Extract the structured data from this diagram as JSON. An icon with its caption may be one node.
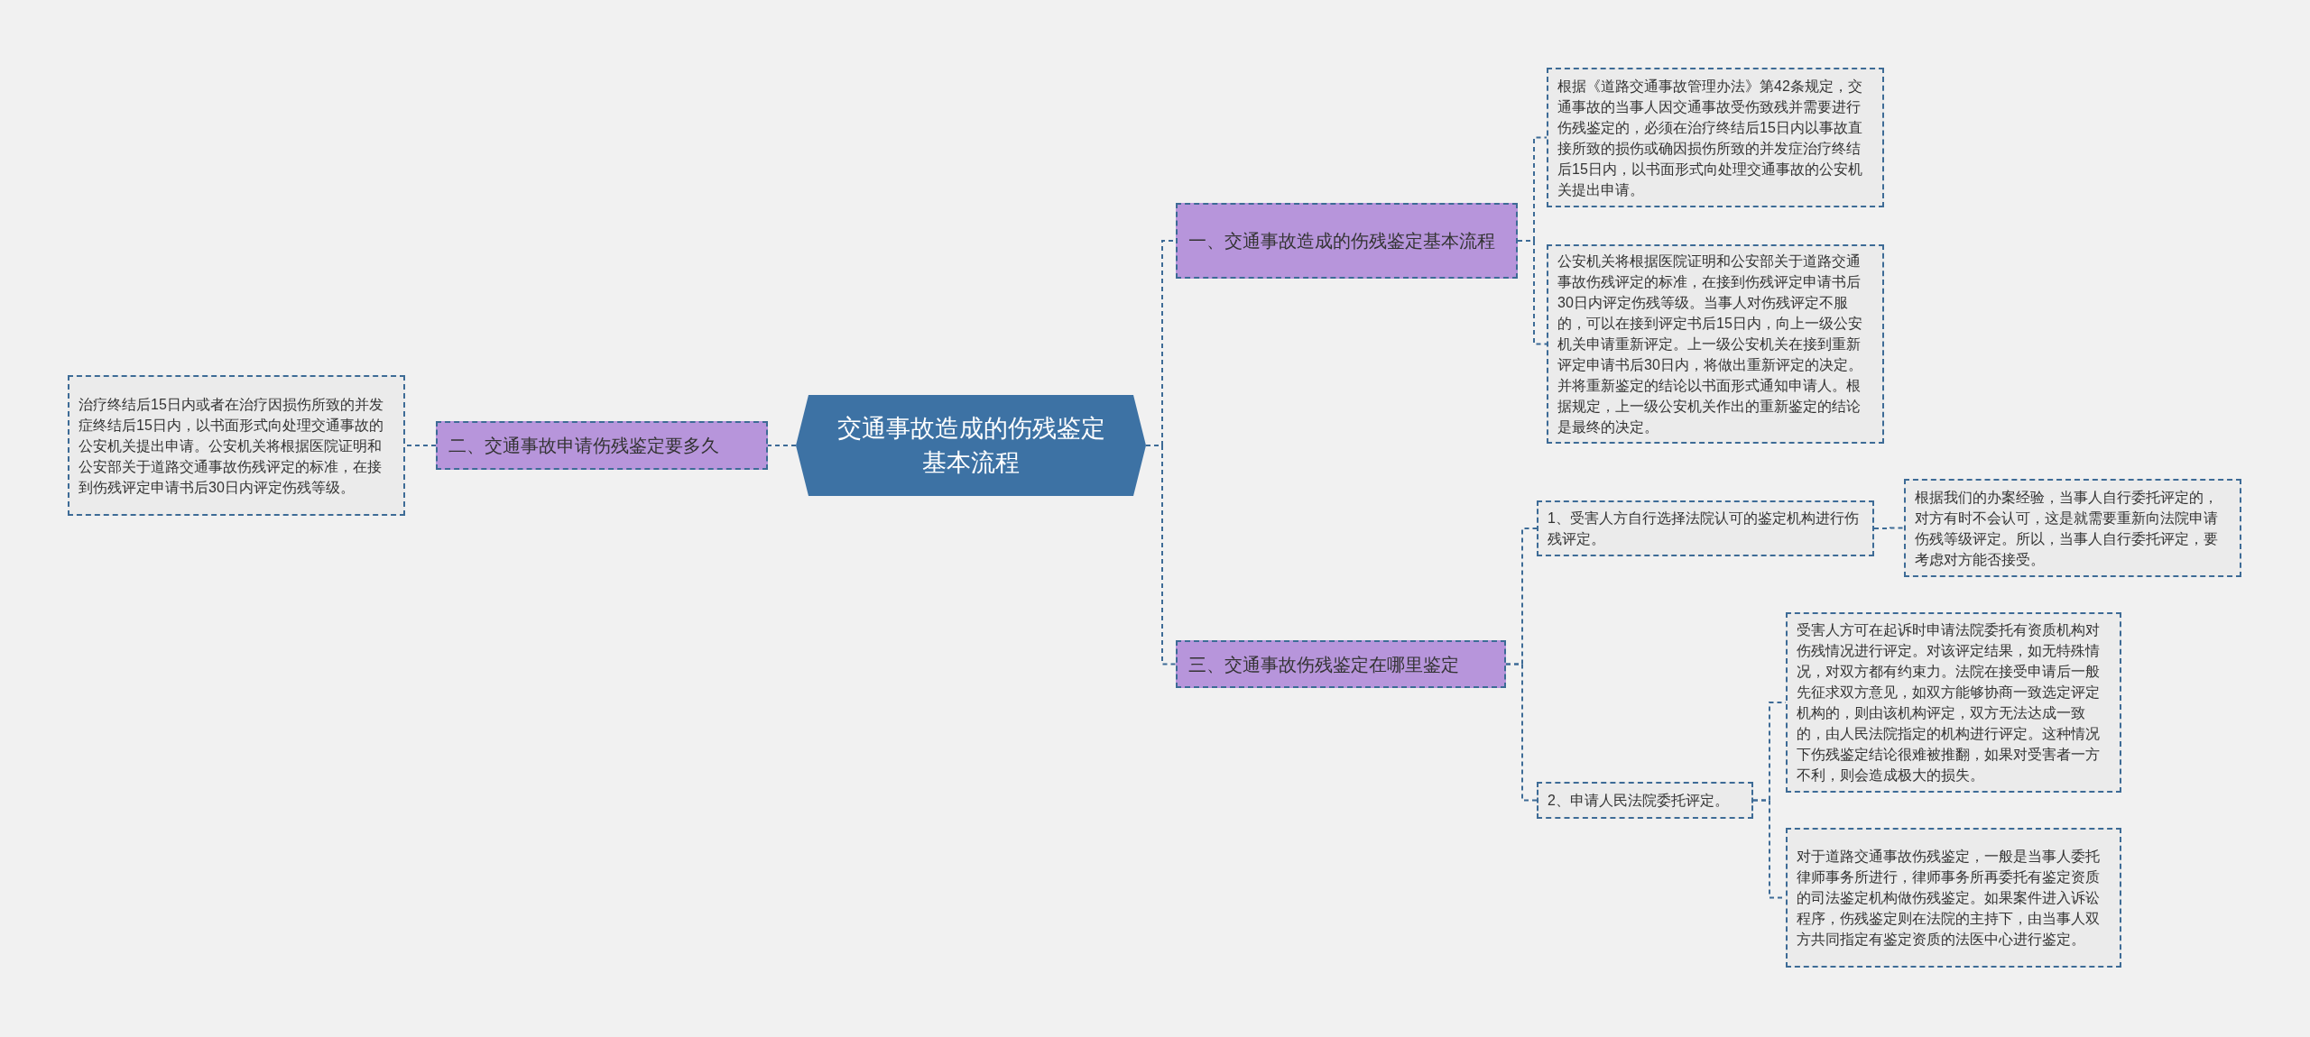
{
  "diagram": {
    "nodes": [
      {
        "text": [
          "交通事故造成的伤残鉴定基本流程"
        ]
      },
      {
        "text": [
          "一、交通事故造成的伤残鉴定基本流程"
        ]
      },
      {
        "text": [
          "根据《道路交通事故管理办法》第42条规定，交通事故的当事人因交通事故受伤致残并需要进行伤残鉴定的，必须在治疗终结后15日内以事故直接所致的损伤或确因损伤所致的并发症治疗终结后15日内，以书面形式向处理交通事故的公安机关提出申请。"
        ]
      },
      {
        "text": [
          "公安机关将根据医院证明和公安部关于道路交通事故伤残评定的标准，在接到伤残评定申请书后30日内评定伤残等级。当事人对伤残评定不服的，可以在接到评定书后15日内，向上一级公安机关申请重新评定。上一级公安机关在接到重新评定申请书后30日内，将做出重新评定的决定。并将重新鉴定的结论以书面形式通知申请人。根据规定，上一级公安机关作出的重新鉴定的结论是最终的决定。"
        ]
      },
      {
        "text": [
          "二、交通事故申请伤残鉴定要多久"
        ]
      },
      {
        "text": [
          "治疗终结后15日内或者在治疗因损伤所致的并发症终结后15日内，以书面形式向处理交通事故的公安机关提出申请。公安机关将根据医院证明和公安部关于道路交通事故伤残评定的标准，在接到伤残评定申请书后30日内评定伤残等级。"
        ]
      },
      {
        "text": [
          "三、交通事故伤残鉴定在哪里鉴定"
        ]
      },
      {
        "text": [
          "1、受害人方自行选择法院认可的鉴定机构进行伤残评定。"
        ]
      },
      {
        "text": [
          "根据我们的办案经验，当事人自行委托评定的，对方有时不会认可，这是就需要重新向法院申请伤残等级评定。所以，当事人自行委托评定，要考虑对方能否接受。"
        ]
      },
      {
        "text": [
          "2、申请人民法院委托评定。"
        ]
      },
      {
        "text": [
          "受害人方可在起诉时申请法院委托有资质机构对伤残情况进行评定。对该评定结果，如无特殊情况，对双方都有约束力。法院在接受申请后一般先征求双方意见，如双方能够协商一致选定评定机构的，则由该机构评定，双方无法达成一致的，由人民法院指定的机构进行评定。这种情况下伤残鉴定结论很难被推翻，如果对受害者一方不利，则会造成极大的损失。"
        ]
      },
      {
        "text": [
          "对于道路交通事故伤残鉴定，一般是当事人委托律师事务所进行，律师事务所再委托有鉴定资质的司法鉴定机构做伤残鉴定。如果案件进入诉讼程序，伤残鉴定则在法院的主持下，由当事人双方共同指定有鉴定资质的法医中心进行鉴定。"
        ]
      }
    ],
    "edges": [
      {
        "from": 0,
        "to": 1,
        "arrow": "none",
        "style": "dashed"
      },
      {
        "from": 0,
        "to": 4,
        "arrow": "none",
        "style": "dashed"
      },
      {
        "from": 0,
        "to": 6,
        "arrow": "none",
        "style": "dashed"
      },
      {
        "from": 1,
        "to": 2,
        "arrow": "none",
        "style": "dashed"
      },
      {
        "from": 1,
        "to": 3,
        "arrow": "none",
        "style": "dashed"
      },
      {
        "from": 4,
        "to": 5,
        "arrow": "none",
        "style": "dashed"
      },
      {
        "from": 6,
        "to": 7,
        "arrow": "none",
        "style": "dashed"
      },
      {
        "from": 6,
        "to": 9,
        "arrow": "none",
        "style": "dashed"
      },
      {
        "from": 7,
        "to": 8,
        "arrow": "none",
        "style": "dashed"
      },
      {
        "from": 9,
        "to": 10,
        "arrow": "none",
        "style": "dashed"
      },
      {
        "from": 9,
        "to": 11,
        "arrow": "none",
        "style": "dashed"
      }
    ]
  }
}
